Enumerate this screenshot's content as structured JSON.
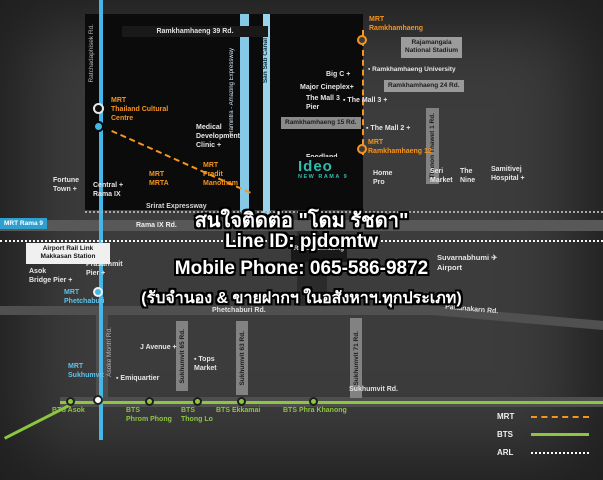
{
  "watermark": {
    "line1": "สนใจติดต่อ \"โดม รัชดา\"",
    "line2": "Line ID: pjdomtw",
    "line3": "Mobile Phone: 065-586-9872",
    "line4": "(รับจำนอง & ขายฝากฯ ในอสังหาฯ.ทุกประเภท)"
  },
  "legend": {
    "mrt": "MRT",
    "bts": "BTS",
    "arl": "ARL"
  },
  "colors": {
    "mrt_orange": "#f7941d",
    "bts_green": "#8dc63f",
    "arl_white": "#ffffff",
    "mrt_blue_line": "#45b6e8",
    "canal_blue": "#9ad4ec",
    "ideo_teal": "#2fbdb0"
  },
  "roads": {
    "ramkhamhaeng39": "Ramkhamhaeng 39 Rd.",
    "ratchadaphisek": "Ratchadaphisek Rd.",
    "ramintra": "Ramintra - Amazing Expressway",
    "san_sab": "San Sab Canal",
    "ramkhamhaeng24": "Ramkhamhaeng 24 Rd.",
    "ramkhamhaeng15": "Ramkhamhaeng 15 Rd.",
    "thanon_thawet": "Thanon Thawet 1 Rd.",
    "srirat": "Srirat Expressway",
    "rama9": "Rama IX Rd.",
    "ramkhamhaeng_rd": "Ramkhamhaeng",
    "phetchaburi": "Phetchaburi Rd.",
    "pattanakarn": "Pattanakarn Rd.",
    "sukhumvit65": "Sukhumvit 65 Rd.",
    "sukhumvit63": "Sukhumvit 63 Rd.",
    "sukhumvit71": "Sukhumvit 71 Rd.",
    "asoke_montri": "Asoke Montri Rd.",
    "sukhumvit": "Sukhumvit Rd."
  },
  "stations": {
    "mrt_ramkhamhaeng": "MRT\nRamkhamhaeng",
    "mrt_cultural": "MRT\nThailand Cultural\nCentre",
    "mrt_mrta": "MRT\nMRTA",
    "mrt_pradit": "MRT\nPradit\nManotham",
    "mrt_ramkhamhaeng12": "MRT\nRamkhamhaeng 12",
    "mrt_rama9": "MRT Rama 9",
    "mrt_phetchaburi": "MRT\nPhetchaburi",
    "mrt_sukhumvit": "MRT\nSukhumvit",
    "arl_makkasan": "Airport Rail Link\nMakkasan Station",
    "bts_asok": "BTS Asok",
    "bts_phrom_phong": "BTS\nPhrom Phong",
    "bts_thong_lo": "BTS\nThong Lo",
    "bts_ekkamai": "BTS Ekkamai",
    "bts_phra_khanong": "BTS Phra Khanong"
  },
  "places": {
    "rajamangala": "Rajamangala\nNational Stadium",
    "ram_university": "▪ Ramkhamhaeng University",
    "big_c": "Big C +",
    "major_cineplex": "Major Cineplex+",
    "mall3_pier": "The Mall 3\nPier",
    "mall3": "▪ The Mall 3 +",
    "mall2": "▪ The Mall 2 +",
    "foodland": "Foodland",
    "medical_clinic": "Medical\nDevelopment\nClinic +",
    "home_pro": "Home\nPro",
    "seri_market": "Seri\nMarket",
    "the_nine": "The\nNine",
    "samitivej": "Samitivej\nHospital +",
    "fortune_town": "Fortune\nTown +",
    "central_rama9": "Central +\nRama IX",
    "asok_pier": "Asok\nBridge Pier +",
    "prasarnmit_pier": "Prasarnmit\nPier +",
    "j_avenue": "J Avenue +",
    "tops_market": "▪ Tops\nMarket",
    "emquartier": "▪ Emiquartier",
    "suvarnabhumi": "Suvarnabhumi ✈\nAirport"
  },
  "ideo": {
    "name": "Ideo",
    "sub": "NEW RAMA 9"
  }
}
